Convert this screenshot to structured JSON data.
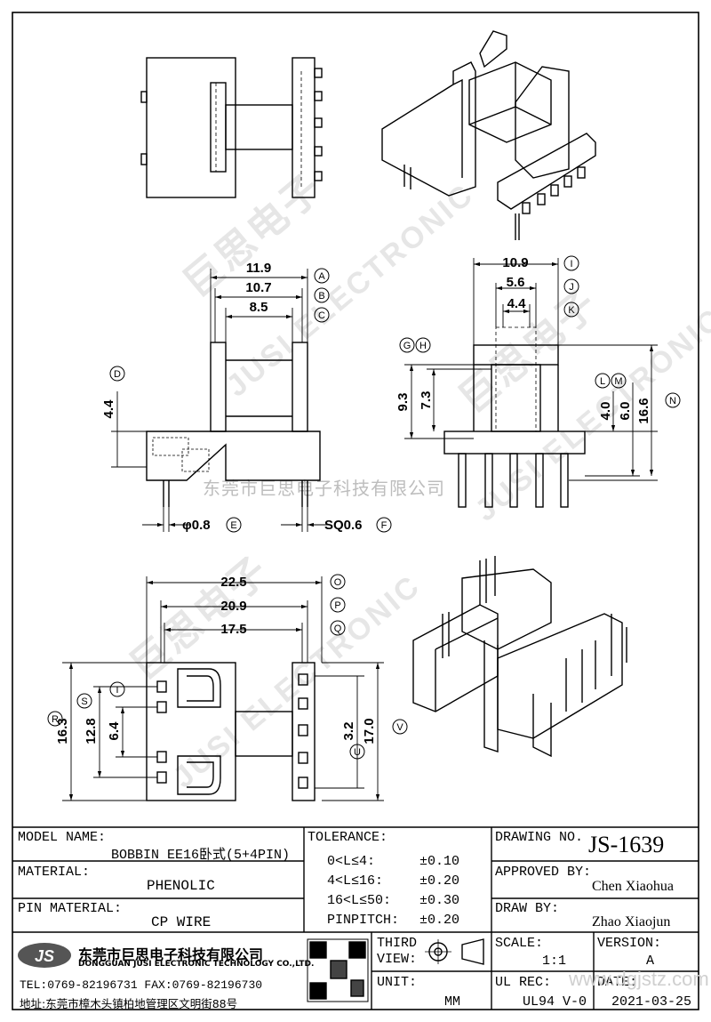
{
  "watermark": {
    "brand": "巨思电子",
    "brand_en": "JUSI ELECTRONIC",
    "logo": "JS",
    "company_cn": "东莞市巨思电子科技有限公司",
    "site": "www.dgjstz.com"
  },
  "dims": {
    "a": "11.9",
    "b": "10.7",
    "c": "8.5",
    "d": "4.4",
    "e": "φ0.8",
    "f": "SQ0.6",
    "i": "10.9",
    "j": "5.6",
    "k": "4.4",
    "gh": "9.3",
    "h2": "7.3",
    "lm": "4.0",
    "m2": "6.0",
    "n": "16.6",
    "o": "22.5",
    "p": "20.9",
    "q": "17.5",
    "r": "16.3",
    "s": "12.8",
    "t": "6.4",
    "u": "3.2",
    "v": "17.0"
  },
  "circle_labels": {
    "a": "A",
    "b": "B",
    "c": "C",
    "d": "D",
    "e": "E",
    "f": "F",
    "g": "G",
    "h": "H",
    "i": "I",
    "j": "J",
    "k": "K",
    "l": "L",
    "m": "M",
    "n": "N",
    "o": "O",
    "p": "P",
    "q": "Q",
    "r": "R",
    "s": "S",
    "t": "T",
    "u": "U",
    "v": "V"
  },
  "title_block": {
    "model_name_label": "MODEL NAME:",
    "model_name": "BOBBIN EE16卧式(5+4PIN)",
    "material_label": "MATERIAL:",
    "material": "PHENOLIC",
    "pin_material_label": "PIN MATERIAL:",
    "pin_material": "CP WIRE",
    "tolerance_label": "TOLERANCE:",
    "tol_rows": [
      {
        "range": "0<L≤4:",
        "value": "±0.10"
      },
      {
        "range": "4<L≤16:",
        "value": "±0.20"
      },
      {
        "range": "16<L≤50:",
        "value": "±0.30"
      },
      {
        "range": "PINPITCH:",
        "value": "±0.20"
      }
    ],
    "drawing_no_label": "DRAWING NO.",
    "drawing_no": "JS-1639",
    "approved_by_label": "APPROVED BY:",
    "approved_by": "Chen Xiaohua",
    "draw_by_label": "DRAW BY:",
    "draw_by": "Zhao Xiaojun",
    "third_view_label_1": "THIRD",
    "third_view_label_2": "VIEW:",
    "unit_label": "UNIT:",
    "unit": "MM",
    "scale_label": "SCALE:",
    "scale": "1:1",
    "version_label": "VERSION:",
    "version": "A",
    "ul_rec_label": "UL REC:",
    "ul_rec": "UL94 V-0",
    "date_label": "DATE:",
    "date": "2021-03-25",
    "company_cn": "东莞市巨思电子科技有限公司",
    "company_en": "DONGGUAN JUSI ELECTRONIC TECHNOLOGY CO.,LTD.",
    "tel": "TEL:0769-82196731   FAX:0769-82196730",
    "address": "地址:东莞市樟木头镇柏地管理区文明街88号",
    "logo": "JS"
  }
}
